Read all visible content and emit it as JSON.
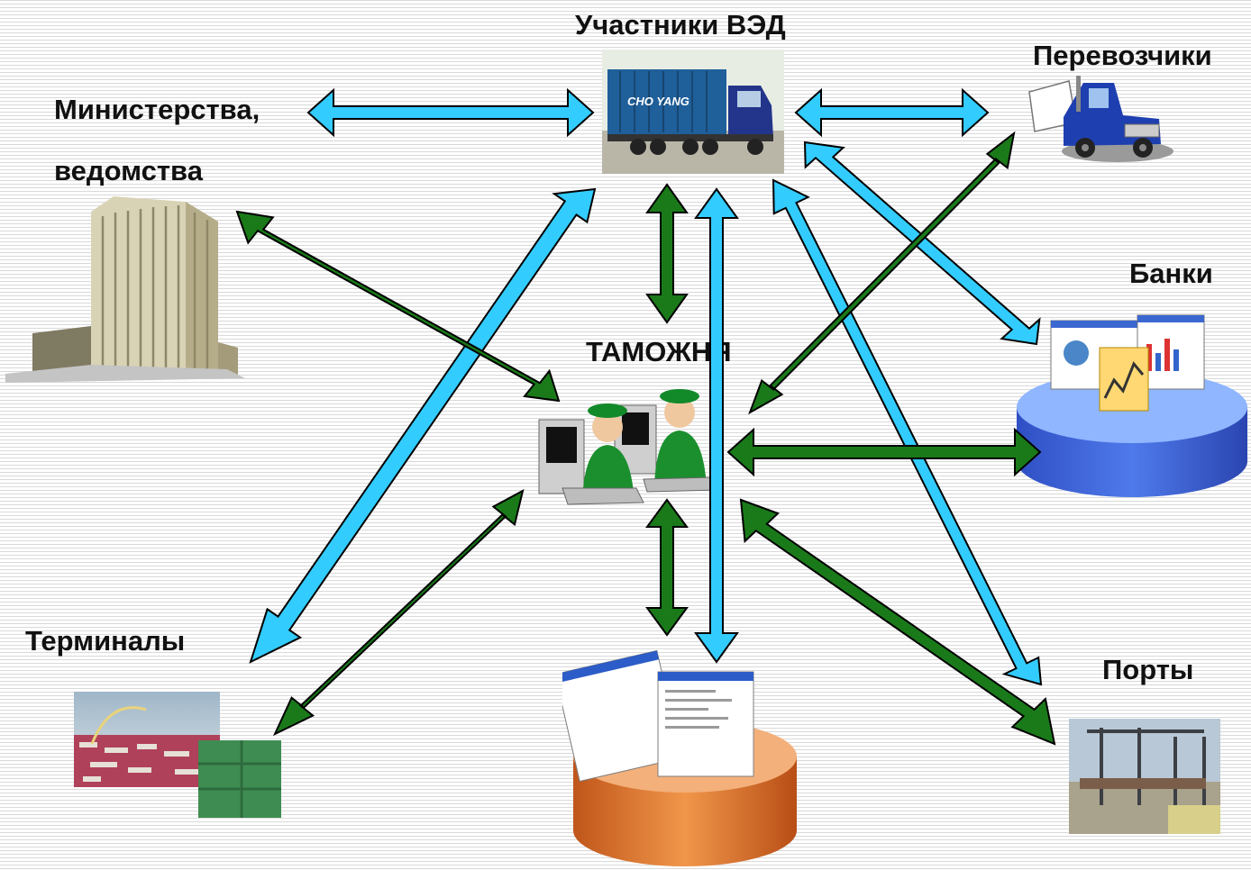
{
  "labels": {
    "ved": "Участники ВЭД",
    "carriers": "Перевозчики",
    "ministries_line1": "Министерства,",
    "ministries_line2": "ведомства",
    "customs": "ТАМОЖНЯ",
    "banks": "Банки",
    "terminals": "Терминалы",
    "ports": "Порты"
  },
  "ved_truck_text": "CHO YANG",
  "colors": {
    "blue_arrow": "#33ccff",
    "green_arrow": "#1a7a1a",
    "bank_db": "#3a5fd0",
    "customs_db": "#e07020"
  },
  "icons": {
    "ved": "container-truck-photo",
    "carriers": "truck-icon",
    "ministries": "office-building-icon",
    "customs": "customs-officers-computers-icon",
    "banks": "bank-database-icon",
    "terminals": "container-terminal-photo",
    "ports": "port-crane-photo",
    "customs_db": "customs-database-icon"
  }
}
